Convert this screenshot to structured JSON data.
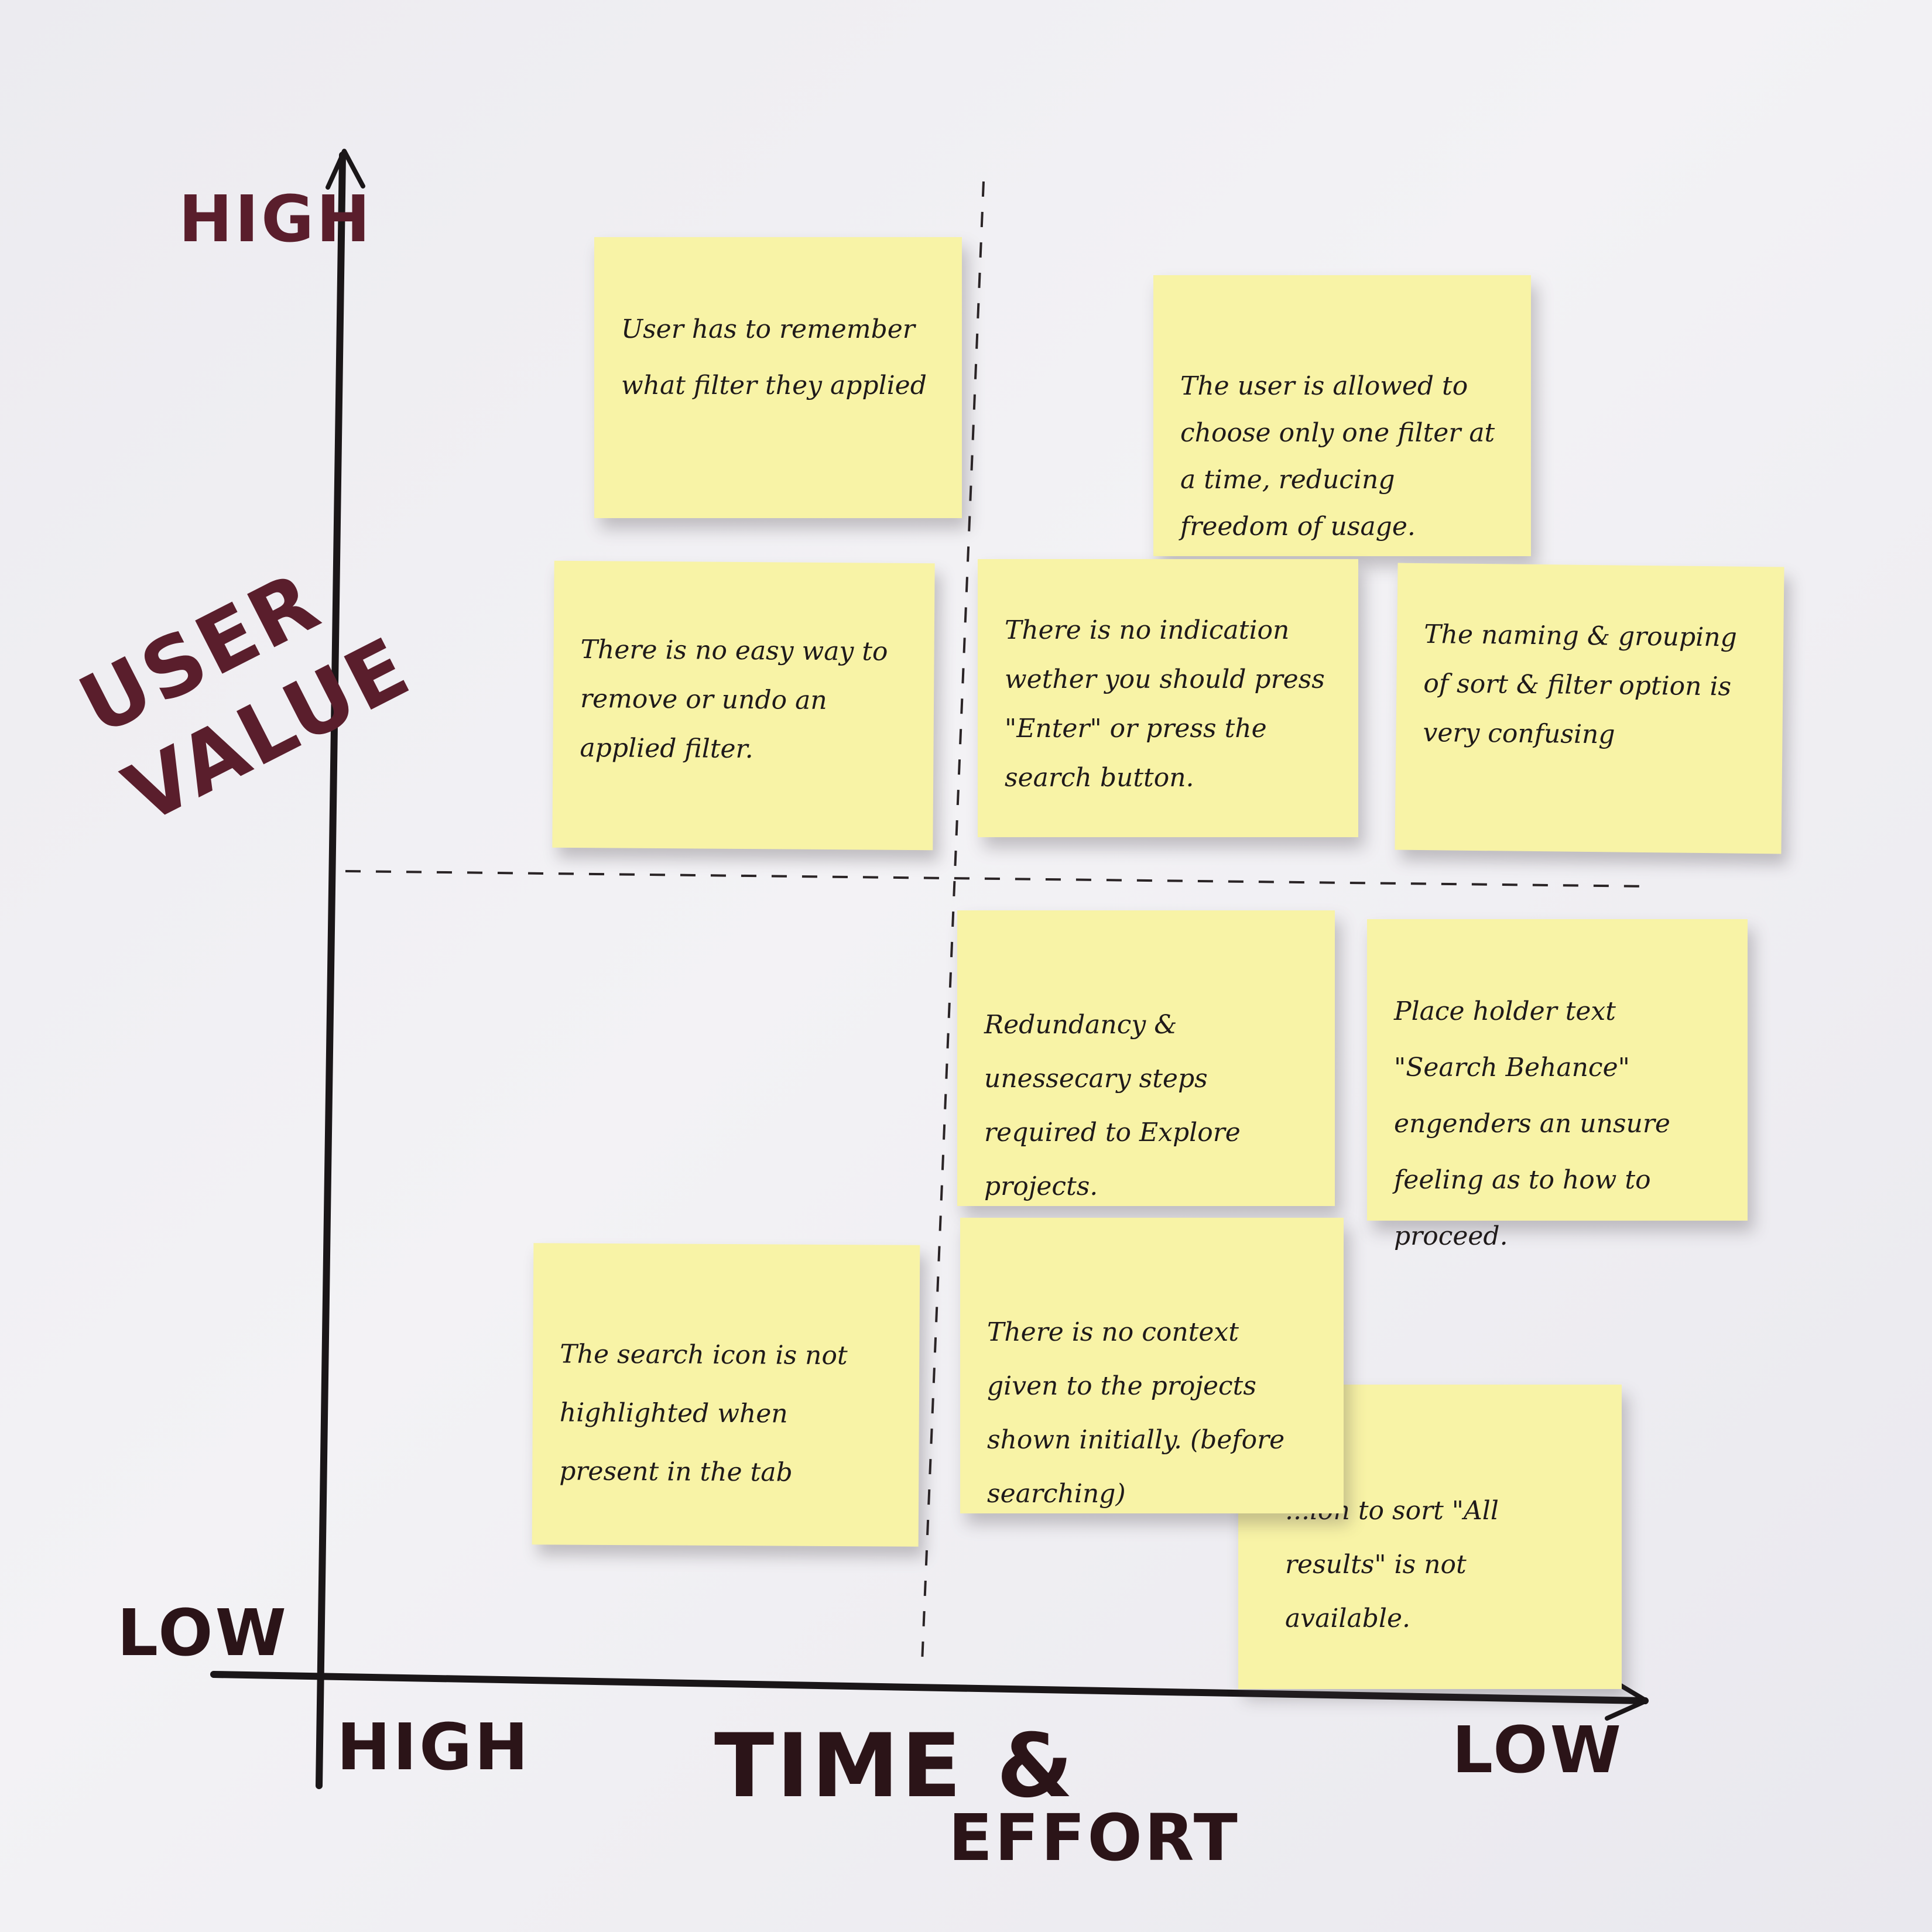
{
  "colors": {
    "paper": "#efeef2",
    "sticky_note": "#f8f3a6",
    "axis_line": "#1a1618",
    "axis_label": "#5a1e2c"
  },
  "chart_data": {
    "type": "scatter",
    "title": "",
    "xlabel": "TIME & EFFORT",
    "ylabel": "USER VALUE",
    "x_axis": {
      "low_end": "HIGH",
      "high_end": "LOW"
    },
    "y_axis": {
      "low_end": "LOW",
      "high_end": "HIGH"
    },
    "quadrant_dividers": true,
    "grid": false,
    "notes": [
      {
        "quadrant": "top-left",
        "text": "User has to remember what filter they applied"
      },
      {
        "quadrant": "top-right",
        "text": "The user is allowed to choose only one filter at a time, reducing freedom of usage."
      },
      {
        "quadrant": "top-left",
        "text": "There is no easy way to remove or undo an applied filter."
      },
      {
        "quadrant": "top-right",
        "text": "There is no indication wether you should press \"Enter\" or press the search button."
      },
      {
        "quadrant": "top-right",
        "text": "The naming & grouping of sort & filter option is very confusing"
      },
      {
        "quadrant": "bottom-right",
        "text": "Redundancy & unessecary steps required to Explore projects."
      },
      {
        "quadrant": "bottom-right",
        "text": "Place holder text \"Search Behance\" engenders an unsure feeling as to how to proceed."
      },
      {
        "quadrant": "bottom-left",
        "text": "The search icon is not highlighted when present in the tab"
      },
      {
        "quadrant": "bottom-right",
        "text": "There is no context given to the projects shown initially. (before searching)"
      },
      {
        "quadrant": "bottom-right",
        "text": "...ion to sort \"All results\" is not available."
      }
    ]
  },
  "labels": {
    "y_high": "HIGH",
    "y_low": "LOW",
    "y_title_line1": "USER",
    "y_title_line2": "VALUE",
    "x_high": "HIGH",
    "x_low": "LOW",
    "x_title_line1": "TIME &",
    "x_title_line2": "EFFORT"
  }
}
